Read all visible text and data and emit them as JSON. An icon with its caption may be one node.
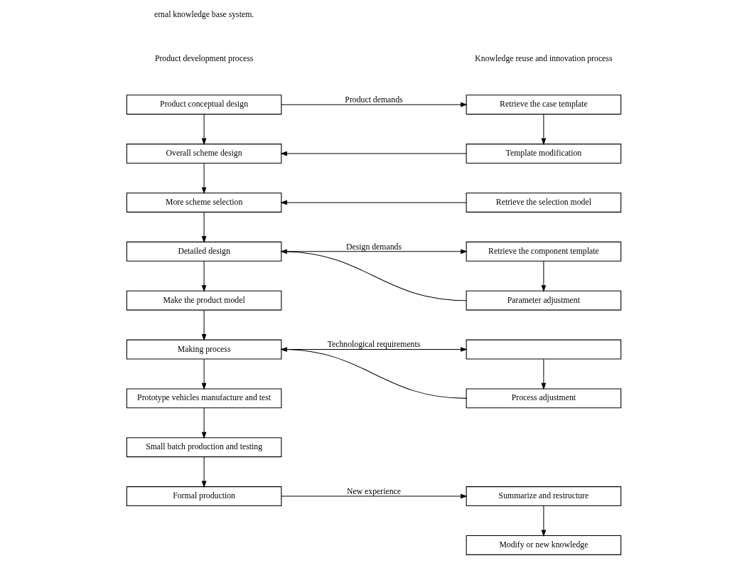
{
  "diagram": {
    "nodes": [
      {
        "text": [
          "Product conceptual design"
        ]
      },
      {
        "text": [
          "Overall scheme design"
        ]
      },
      {
        "text": [
          "More scheme selection"
        ]
      },
      {
        "text": [
          "Detailed design"
        ]
      },
      {
        "text": [
          "Make the product model"
        ]
      },
      {
        "text": [
          "Making process"
        ]
      },
      {
        "text": [
          "Prototype vehicles manufacture and test"
        ]
      },
      {
        "text": [
          "Small batch production and testing"
        ]
      },
      {
        "text": [
          "Formal production"
        ]
      },
      {
        "text": [
          "Retrieve the case template"
        ]
      },
      {
        "text": [
          "Template modification"
        ]
      },
      {
        "text": [
          "Retrieve the selection model"
        ]
      },
      {
        "text": [
          "Retrieve the component template"
        ]
      },
      {
        "text": [
          "Parameter adjustment"
        ]
      },
      {
        "text": [],
        "shape": "box"
      },
      {
        "text": [
          "Process adjustment"
        ]
      },
      {
        "text": [
          "Summarize and restructure"
        ]
      },
      {
        "text": [
          "Modify or new knowledge"
        ]
      }
    ],
    "edges": [
      {
        "from": 0,
        "to": 1,
        "arrow": "to"
      },
      {
        "from": 1,
        "to": 2,
        "arrow": "to"
      },
      {
        "from": 2,
        "to": 3,
        "arrow": "to"
      },
      {
        "from": 3,
        "to": 4,
        "arrow": "to"
      },
      {
        "from": 4,
        "to": 5,
        "arrow": "to"
      },
      {
        "from": 5,
        "to": 6,
        "arrow": "to"
      },
      {
        "from": 6,
        "to": 7,
        "arrow": "to"
      },
      {
        "from": 7,
        "to": 8,
        "arrow": "to"
      },
      {
        "from": 0,
        "to": 9,
        "arrow": "to",
        "label": "Product demands"
      },
      {
        "from": 9,
        "to": 10,
        "arrow": "to"
      },
      {
        "from": 10,
        "to": 1,
        "arrow": "to"
      },
      {
        "from": 11,
        "to": 2,
        "arrow": "to"
      },
      {
        "from": 3,
        "to": 12,
        "arrow": "to",
        "label": "Design demands"
      },
      {
        "from": 12,
        "to": 13,
        "arrow": "to"
      },
      {
        "from": 13,
        "to": 3,
        "arrow": "to"
      },
      {
        "from": 5,
        "to": 14,
        "arrow": "to",
        "label": "Technological requirements"
      },
      {
        "from": 14,
        "to": 15,
        "arrow": "to"
      },
      {
        "from": 15,
        "to": 5,
        "arrow": "to"
      },
      {
        "from": 8,
        "to": 16,
        "arrow": "to",
        "label": "New experience"
      },
      {
        "from": 16,
        "to": 17,
        "arrow": "to"
      }
    ],
    "labels": [
      "ernal knowledge base system.",
      "Product development process",
      "Knowledge reuse and innovation process"
    ]
  }
}
